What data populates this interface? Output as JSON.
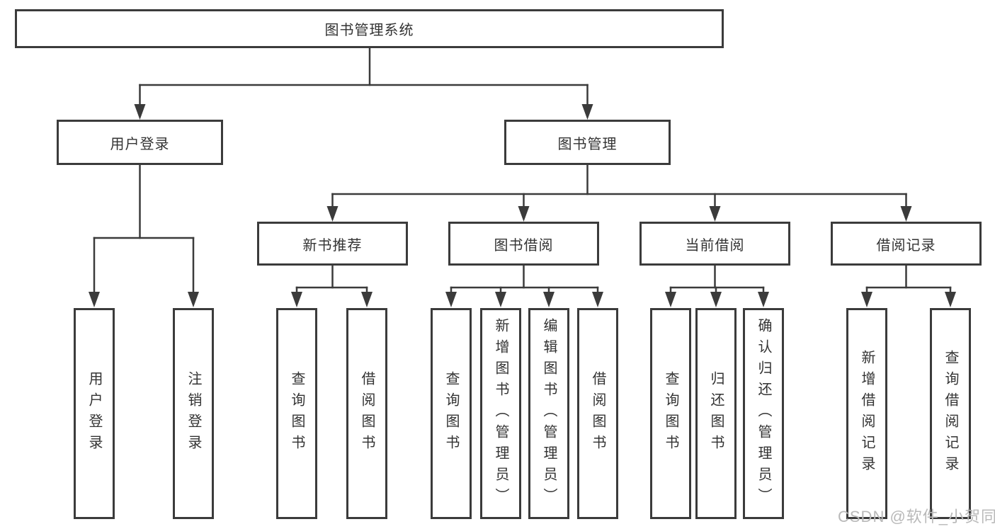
{
  "colors": {
    "line": "#3b3b3b",
    "box_border": "#3b3b3b",
    "text": "#333333",
    "background": "#ffffff",
    "watermark": "#b9b9b9"
  },
  "diagram": {
    "title": "图书管理系统",
    "branches": [
      {
        "label": "用户登录",
        "children": [
          "用户登录",
          "注销登录"
        ]
      },
      {
        "label": "图书管理",
        "sections": [
          {
            "label": "新书推荐",
            "children": [
              "查询图书",
              "借阅图书"
            ]
          },
          {
            "label": "图书借阅",
            "children": [
              "查询图书",
              "新增图书（管理员）",
              "编辑图书（管理员）",
              "借阅图书"
            ]
          },
          {
            "label": "当前借阅",
            "children": [
              "查询图书",
              "归还图书",
              "确认归还（管理员）"
            ]
          },
          {
            "label": "借阅记录",
            "children": [
              "新增借阅记录",
              "查询借阅记录"
            ]
          }
        ]
      }
    ]
  },
  "watermark": "CSDN @软件_小贺同学"
}
